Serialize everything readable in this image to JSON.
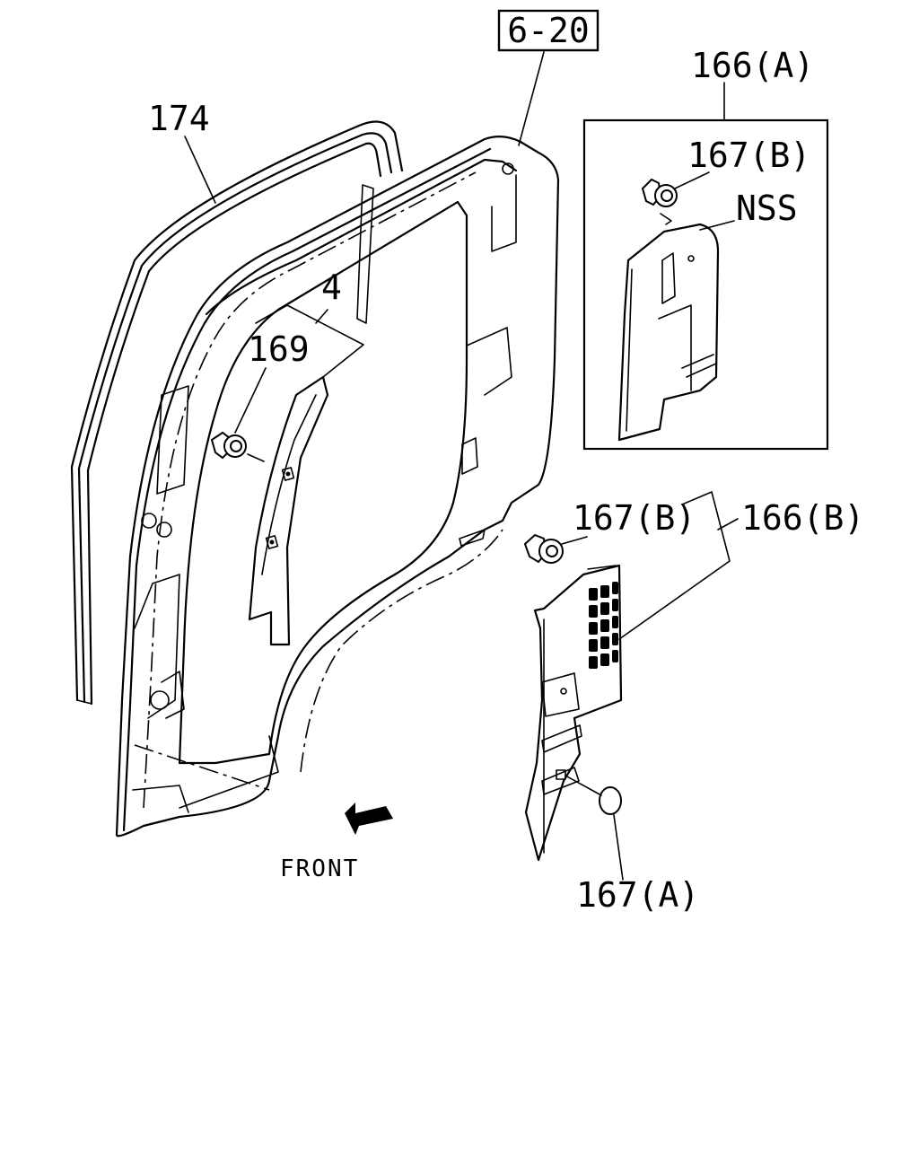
{
  "labels": {
    "ref_box": "6-20",
    "part_174": "174",
    "part_166a": "166(A)",
    "part_167b_top": "167(B)",
    "nss": "NSS",
    "part_4": "4",
    "part_169": "169",
    "part_167b_mid": "167(B)",
    "part_166b": "166(B)",
    "part_167a": "167(A)",
    "front": "FRONT"
  }
}
